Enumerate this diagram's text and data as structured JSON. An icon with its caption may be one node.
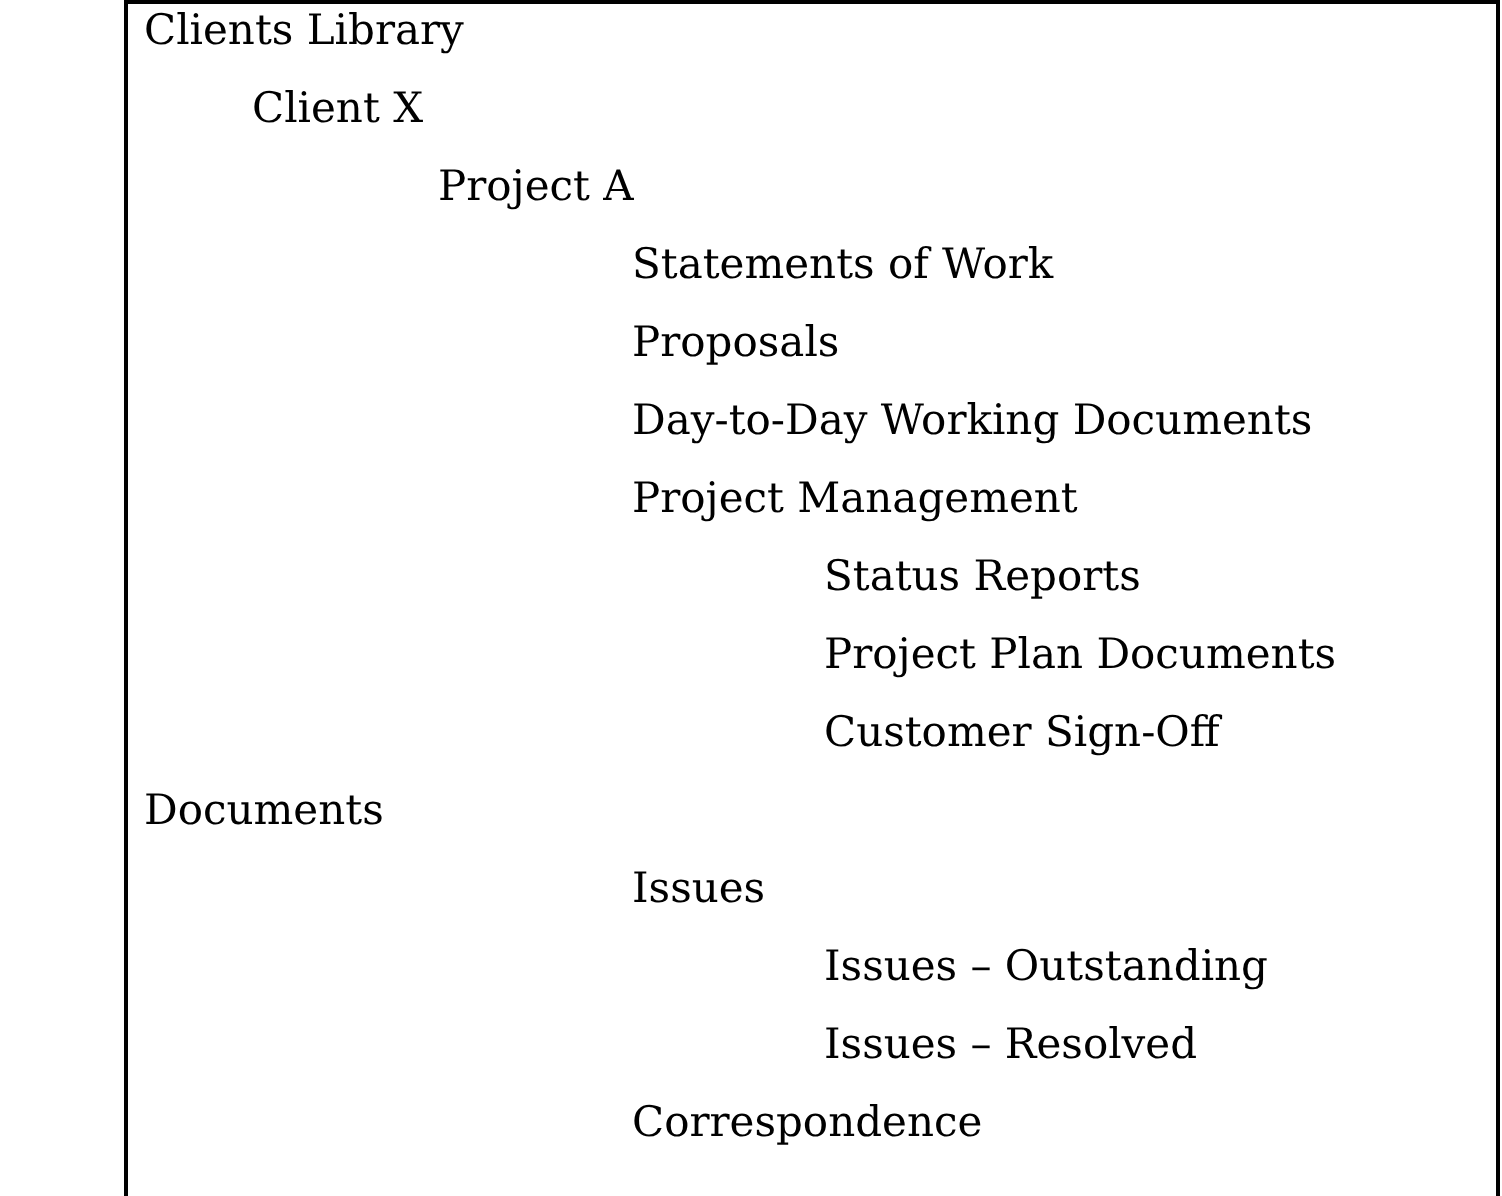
{
  "diagram": {
    "labels": [
      "Clients Library",
      "Client X",
      "Project A",
      "Statements of Work",
      "Proposals",
      "Day-to-Day Working Documents",
      "Project Management",
      "Status Reports",
      "Project Plan Documents",
      "Customer Sign-Off",
      "Documents",
      "Issues",
      "Issues – Outstanding",
      "Issues – Resolved",
      "Correspondence"
    ]
  }
}
